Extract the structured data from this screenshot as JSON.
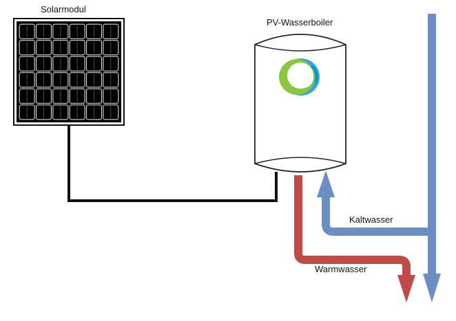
{
  "labels": {
    "solar_panel": "Solarmodul",
    "boiler": "PV-Wasserboiler",
    "cold_water": "Kaltwasser",
    "warm_water": "Warmwasser"
  },
  "colors": {
    "cold_pipe": "#6b8fc4",
    "warm_pipe": "#c04a47",
    "wire": "#111111",
    "panel_cell": "#000000",
    "logo_green": "#8cc63f",
    "logo_blue": "#29a8e0"
  },
  "solar_panel": {
    "columns": 6,
    "rows": 6
  },
  "icons": [
    "solar-panel-icon",
    "boiler-tank-icon",
    "boiler-logo-icon"
  ]
}
